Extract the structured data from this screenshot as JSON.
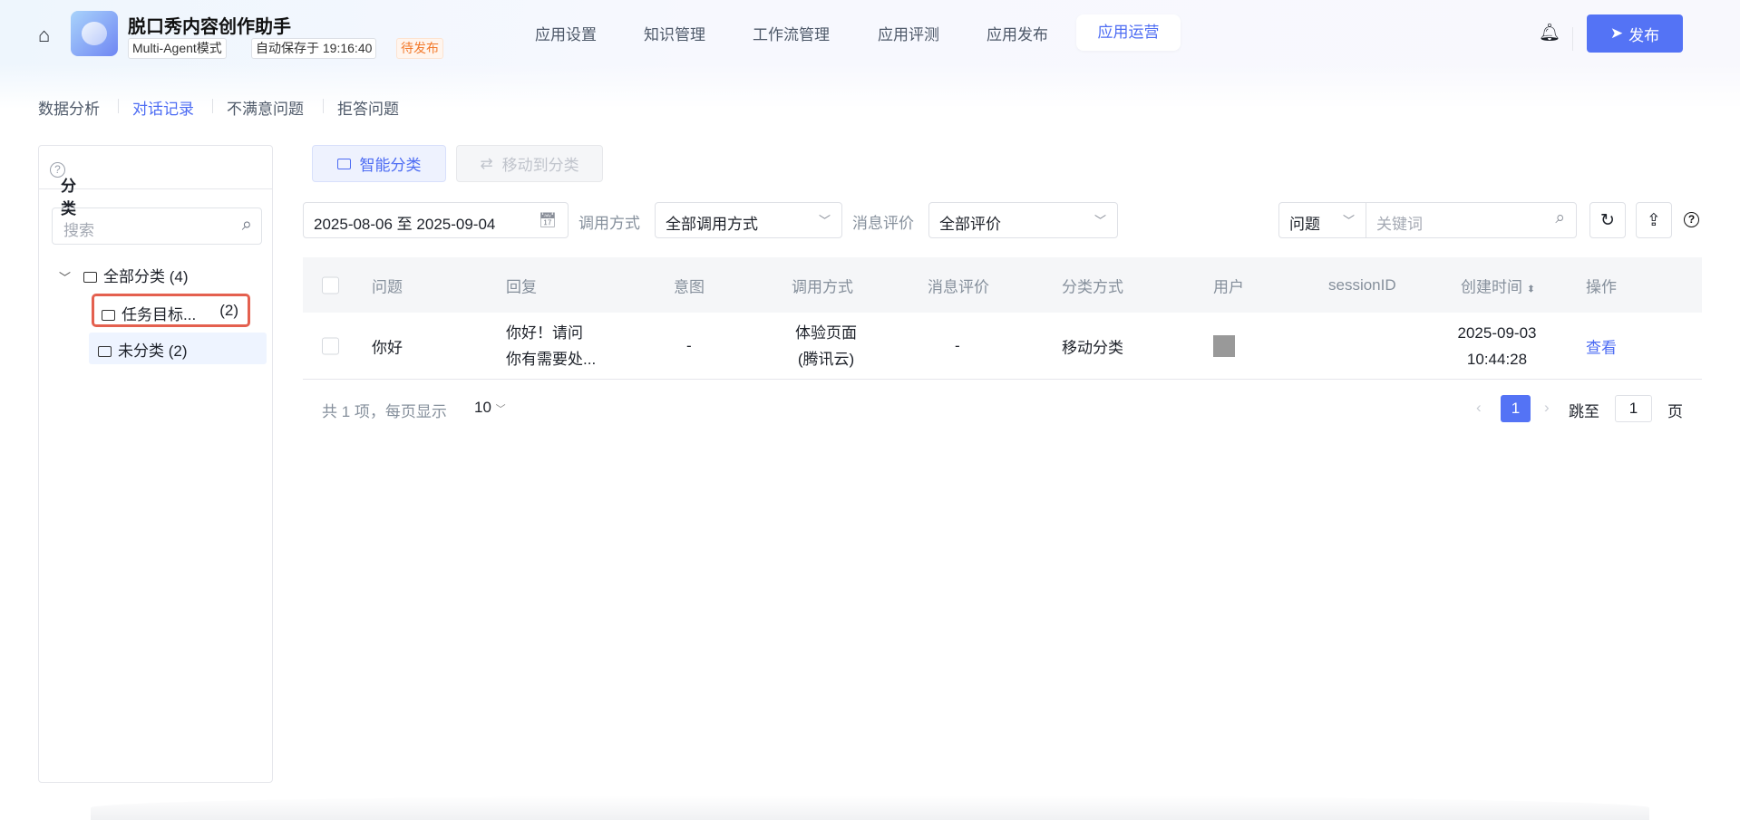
{
  "header": {
    "app_title": "脱口秀内容创作助手",
    "tags": [
      "Multi-Agent模式",
      "自动保存于 19:16:40"
    ],
    "status": "待发布",
    "tabs": [
      "应用设置",
      "知识管理",
      "工作流管理",
      "应用评测",
      "应用发布",
      "应用运营"
    ],
    "active_tab": "应用运营",
    "publish_label": "发布",
    "accent": "#5473f5"
  },
  "subnav": {
    "items": [
      "数据分析",
      "对话记录",
      "不满意问题",
      "拒答问题"
    ],
    "active": "对话记录"
  },
  "sidebar": {
    "title": "分类",
    "search_placeholder": "搜索",
    "tree": {
      "root": {
        "label": "全部分类",
        "count": "(4)"
      },
      "children": [
        {
          "label": "任务目标...",
          "count": "(2)"
        },
        {
          "label": "未分类 (2)"
        }
      ]
    }
  },
  "toolbar": {
    "smart_classify": "智能分类",
    "move_to_category": "移动到分类"
  },
  "filters": {
    "date_range": "2025-08-06 至 2025-09-04",
    "call_method_label": "调用方式",
    "call_method_value": "全部调用方式",
    "rating_label": "消息评价",
    "rating_value": "全部评价",
    "search_field": "问题",
    "keyword_placeholder": "关键词"
  },
  "table": {
    "columns": [
      "问题",
      "回复",
      "意图",
      "调用方式",
      "消息评价",
      "分类方式",
      "用户",
      "sessionID",
      "创建时间",
      "操作"
    ],
    "rows": [
      {
        "question": "你好",
        "reply_line1": "你好！请问",
        "reply_line2": "你有需要处...",
        "intent": "-",
        "call_line1": "体验页面",
        "call_line2": "(腾讯云)",
        "rating": "-",
        "classify": "移动分类",
        "date": "2025-09-03",
        "time": "10:44:28",
        "action": "查看"
      }
    ]
  },
  "pagination": {
    "summary": "共 1 项，每页显示",
    "page_size": "10",
    "current": "1",
    "jump_label": "跳至",
    "jump_value": "1",
    "page_suffix": "页"
  }
}
